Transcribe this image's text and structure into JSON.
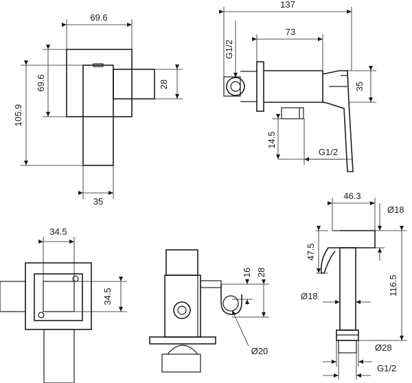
{
  "dimensions": {
    "front_width": "69.6",
    "front_height_outer": "105.9",
    "front_height_plate": "69.6",
    "front_lever": "28",
    "front_bottom": "35",
    "side_length": "137",
    "side_thread_vertical": "G1/2",
    "side_length_inner": "73",
    "side_height": "35",
    "side_offset": "14.5",
    "side_thread_bottom": "G1/2",
    "back_width": "34.5",
    "back_height": "34.5",
    "holder_dim_1": "16",
    "holder_dim_2": "28",
    "holder_diameter": "Ø20",
    "spray_width": "46.3",
    "spray_dia_top": "Ø18",
    "spray_height_top": "47.5",
    "spray_dia_handle": "Ø18",
    "spray_length": "116.5",
    "spray_dia_bottom": "Ø28",
    "spray_thread": "G1/2"
  }
}
